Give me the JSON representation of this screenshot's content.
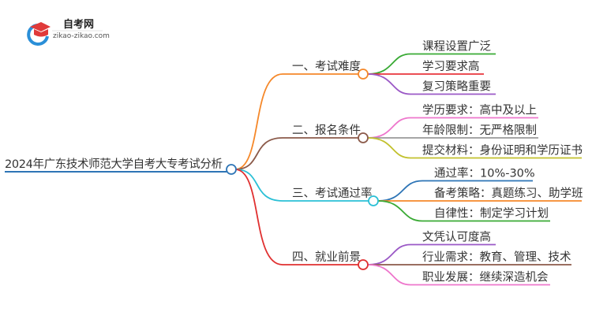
{
  "logo": {
    "title": "自考网",
    "url": "zikao-zikao.com"
  },
  "root": {
    "label": "2024年广东技术师范大学自考大专考试分析",
    "color": "#2e75b6"
  },
  "branches": [
    {
      "label": "一、考试难度",
      "color": "#f5882a",
      "leaves": [
        {
          "label": "课程设置广泛",
          "color": "#3aaa35"
        },
        {
          "label": "学习要求高",
          "color": "#e8343c"
        },
        {
          "label": "复习策略重要",
          "color": "#9b59c6"
        }
      ]
    },
    {
      "label": "二、报名条件",
      "color": "#8b5a4a",
      "leaves": [
        {
          "label": "学历要求：高中及以上",
          "color": "#ee77cc"
        },
        {
          "label": "年龄限制：无严格限制",
          "color": "#999999"
        },
        {
          "label": "提交材料：身份证明和学历证书",
          "color": "#c2c12e"
        }
      ]
    },
    {
      "label": "三、考试通过率",
      "color": "#2bc0d6",
      "leaves": [
        {
          "label": "通过率：10%-30%",
          "color": "#2e75b6"
        },
        {
          "label": "备考策略：真题练习、助学班",
          "color": "#f5882a"
        },
        {
          "label": "自律性：制定学习计划",
          "color": "#3aaa35"
        }
      ]
    },
    {
      "label": "四、就业前景",
      "color": "#e03030",
      "leaves": [
        {
          "label": "文凭认可度高",
          "color": "#9b59c6"
        },
        {
          "label": "行业需求：教育、管理、技术",
          "color": "#8b5a4a"
        },
        {
          "label": "职业发展：继续深造机会",
          "color": "#ee77cc"
        }
      ]
    }
  ]
}
